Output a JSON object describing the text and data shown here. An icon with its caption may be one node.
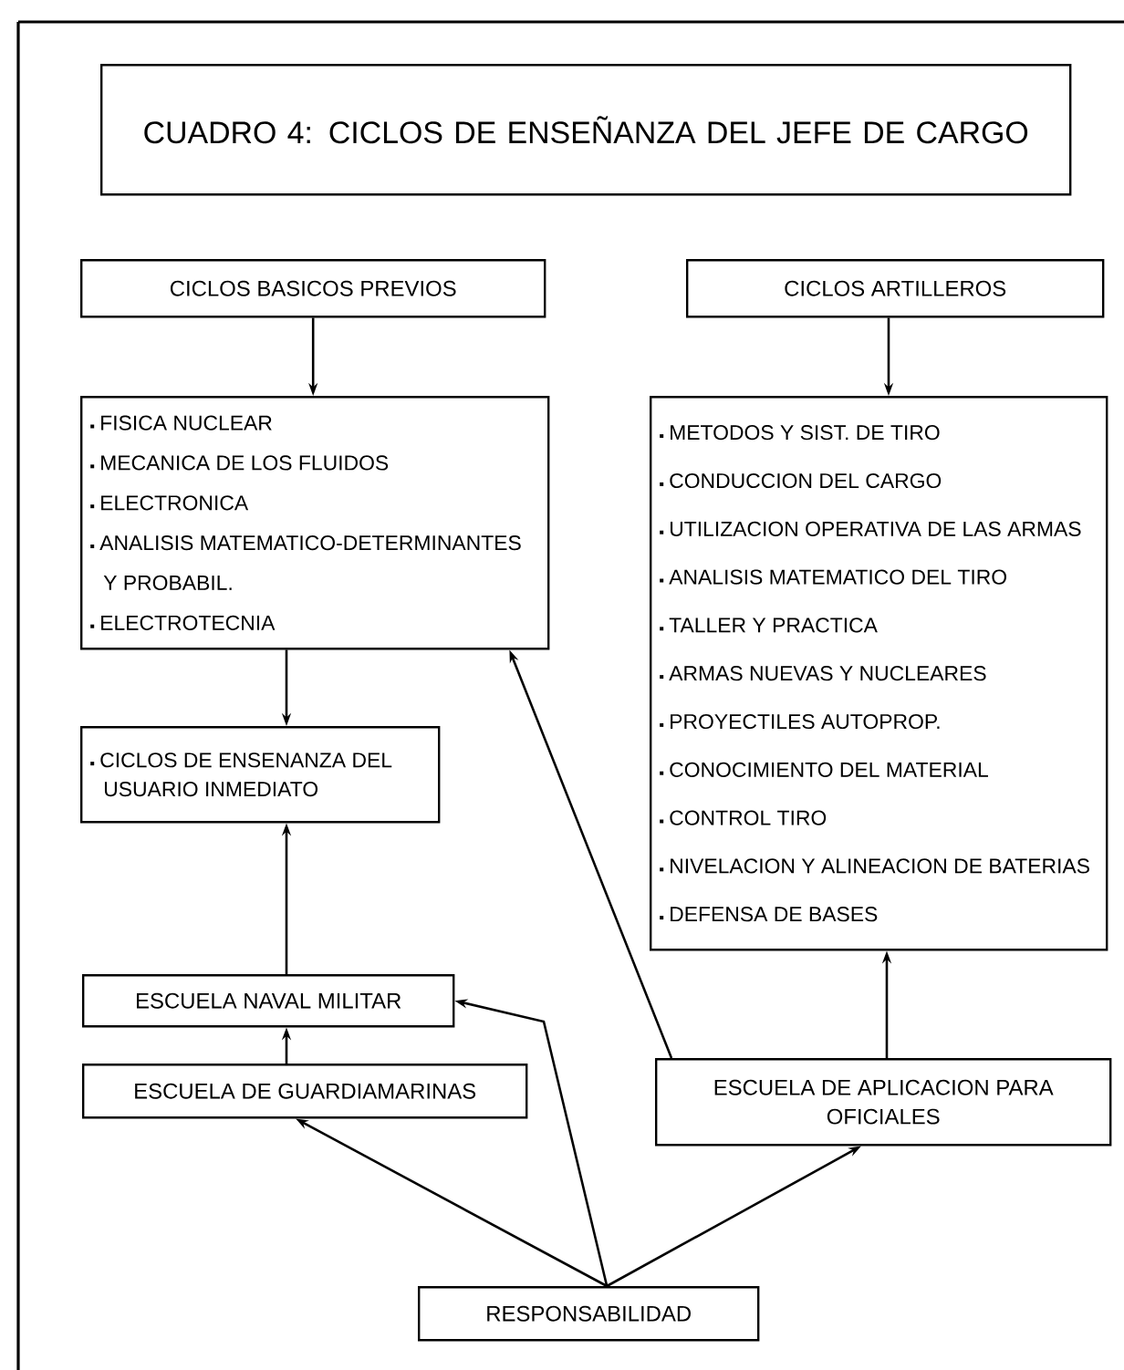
{
  "diagram": {
    "title": "CUADRO 4: CICLOS DE ENSEÑANZA DEL JEFE DE CARGO",
    "nodes": [
      {
        "text": [
          "CICLOS BASICOS PREVIOS"
        ]
      },
      {
        "text": [
          "CICLOS ARTILLEROS"
        ]
      },
      {
        "text": [
          "FISICA NUCLEAR",
          "MECANICA DE LOS FLUIDOS",
          "ELECTRONICA",
          "ANALISIS MATEMATICO-DETERMINANTES Y PROBABIL.",
          "ELECTROTECNIA"
        ]
      },
      {
        "text": [
          "METODOS Y SIST. DE TIRO",
          "CONDUCCION DEL CARGO",
          "UTILIZACION OPERATIVA DE LAS ARMAS",
          "ANALISIS MATEMATICO DEL TIRO",
          "TALLER Y PRACTICA",
          "ARMAS NUEVAS Y NUCLEARES",
          "PROYECTILES AUTOPROP.",
          "CONOCIMIENTO DEL MATERIAL",
          "CONTROL TIRO",
          "NIVELACION Y ALINEACION DE BATERIAS",
          "DEFENSA DE BASES"
        ]
      },
      {
        "text": [
          "CICLOS DE ENSENANZA DEL USUARIO INMEDIATO"
        ]
      },
      {
        "text": [
          "ESCUELA NAVAL MILITAR"
        ]
      },
      {
        "text": [
          "ESCUELA DE GUARDIAMARINAS"
        ]
      },
      {
        "text": [
          "ESCUELA DE APLICACION PARA OFICIALES"
        ]
      },
      {
        "text": [
          "RESPONSABILIDAD"
        ]
      }
    ],
    "edges": [
      {
        "from": 0,
        "to": 2,
        "arrow": "to"
      },
      {
        "from": 1,
        "to": 3,
        "arrow": "to"
      },
      {
        "from": 2,
        "to": 4,
        "arrow": "to"
      },
      {
        "from": 5,
        "to": 4,
        "arrow": "to"
      },
      {
        "from": 6,
        "to": 5,
        "arrow": "to"
      },
      {
        "from": 7,
        "to": 3,
        "arrow": "to"
      },
      {
        "from": 7,
        "to": 2,
        "arrow": "to"
      },
      {
        "from": 8,
        "to": 6,
        "arrow": "to"
      },
      {
        "from": 8,
        "to": 5,
        "arrow": "to"
      },
      {
        "from": 8,
        "to": 7,
        "arrow": "to"
      }
    ]
  }
}
